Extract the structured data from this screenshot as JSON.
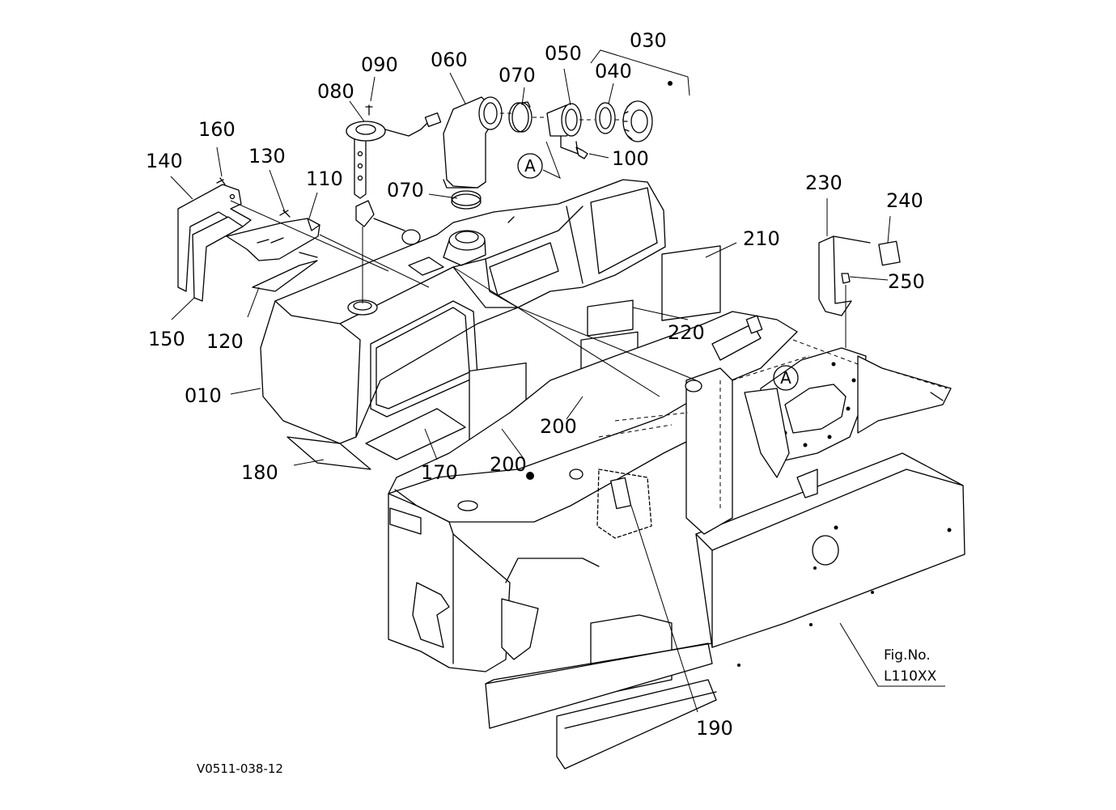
{
  "labels": {
    "p010": "010",
    "p030": "030",
    "p040": "040",
    "p050": "050",
    "p060": "060",
    "p070a": "070",
    "p070b": "070",
    "p080": "080",
    "p090": "090",
    "p100": "100",
    "p110": "110",
    "p120": "120",
    "p130": "130",
    "p140": "140",
    "p150": "150",
    "p160": "160",
    "p170": "170",
    "p180": "180",
    "p190": "190",
    "p200a": "200",
    "p200b": "200",
    "p210": "210",
    "p220": "220",
    "p230": "230",
    "p240": "240",
    "p250": "250"
  },
  "callouts": {
    "a_upper": "A",
    "a_lower": "A"
  },
  "figure": {
    "fig_no_label": "Fig.No.",
    "fig_no_value": "L110XX",
    "drawing_code": "V0511-038-12"
  }
}
